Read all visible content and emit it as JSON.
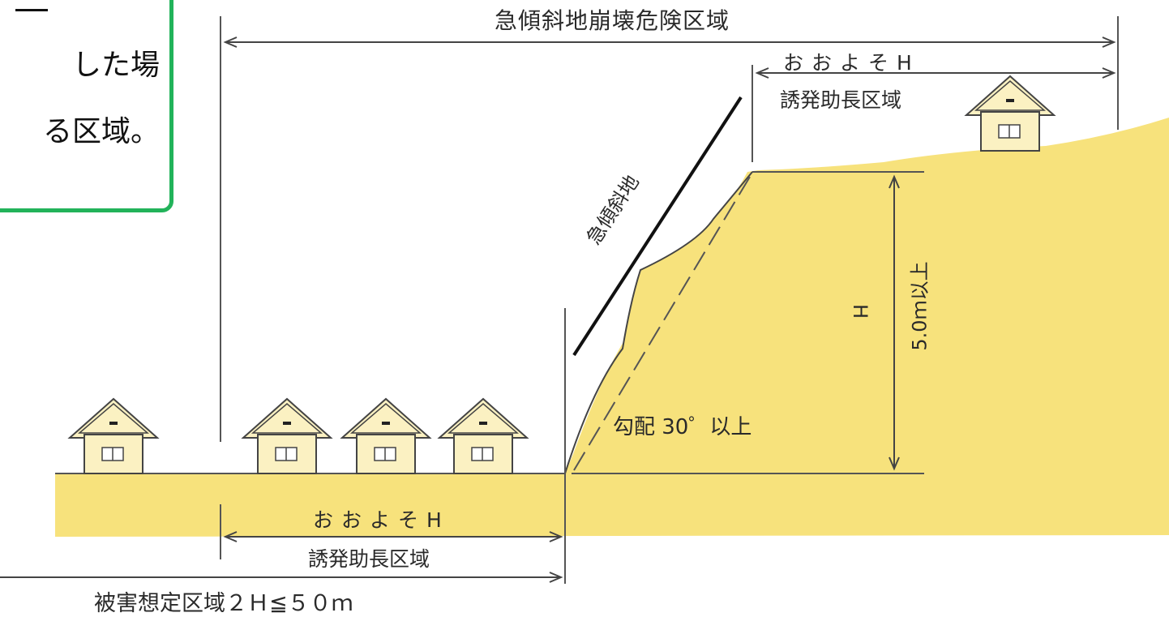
{
  "callout": {
    "line1": "した場",
    "line2": "る区域。"
  },
  "labels": {
    "zone_title": "急傾斜地崩壊危険区域",
    "approx_top": "おおよそH",
    "induce_top": "誘発助長区域",
    "slope": "急傾斜地",
    "h_mark": "H",
    "height": "5.0ｍ以上",
    "gradient": "勾配 30゜以上",
    "approx_bottom": "おおよそH",
    "induce_bottom": "誘発助長区域",
    "damage": "被害想定区域２Ｈ≦５０ｍ"
  },
  "colors": {
    "ground": "#f7e27c",
    "callout_border": "#22b35a",
    "line": "#2a2a2a"
  },
  "icons": {
    "house": "house-icon"
  }
}
